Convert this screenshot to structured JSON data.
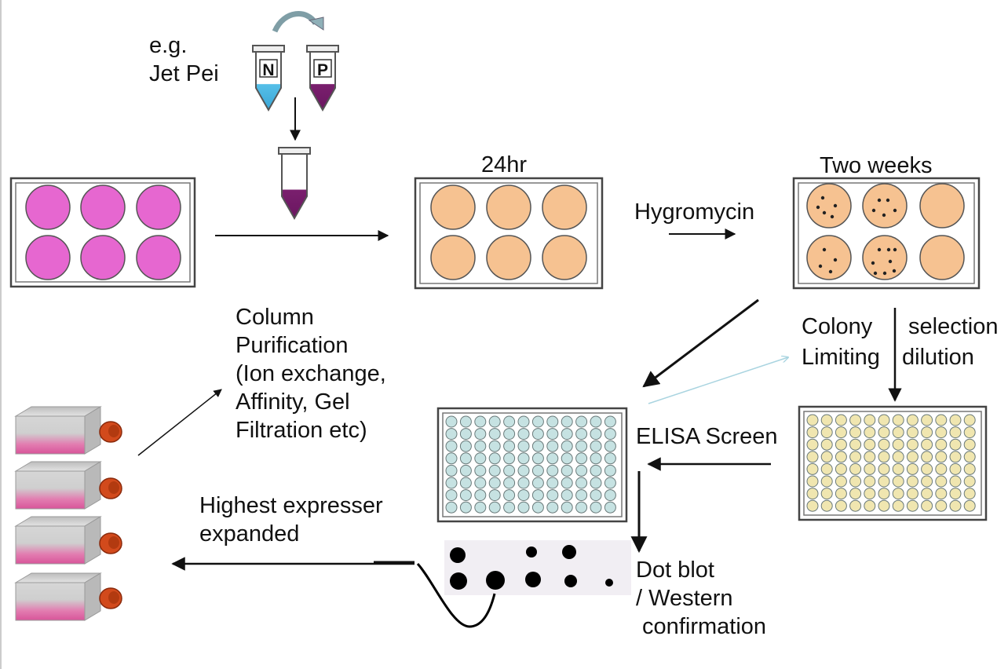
{
  "labels": {
    "eg": "e.g.",
    "jetpei": "Jet Pei",
    "tube_n": "N",
    "tube_p": "P",
    "hr24": "24hr",
    "hygromycin": "Hygromycin",
    "two_weeks": "Two weeks",
    "column_purification": [
      "Column",
      "Purification",
      "(Ion exchange,",
      "Affinity, Gel",
      "Filtration etc)"
    ],
    "colony": "Colony",
    "selection": "selection",
    "limiting": "Limiting",
    "dilution": "dilution",
    "elisa_screen": "ELISA Screen",
    "highest_expresser": [
      "Highest expresser",
      "expanded"
    ],
    "dot_blot": [
      "Dot blot",
      "/ Western",
      " confirmation"
    ]
  },
  "colors": {
    "plate_pink": "#e667d0",
    "plate_peach": "#f6c291",
    "plate_blue_96": "#c6e2e2",
    "plate_yellow_96": "#f0e6b0",
    "tube_n": "#56bfe8",
    "tube_p": "#7a1f6e",
    "flask_pink": "#e0609a",
    "flask_cap": "#d24a1c",
    "arrow": "#111111"
  }
}
